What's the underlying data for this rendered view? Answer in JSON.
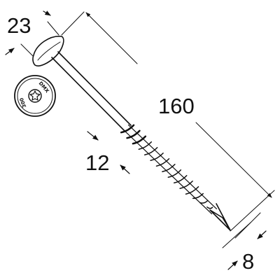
{
  "diagram": {
    "dimensions": {
      "head_diameter": "23",
      "thread_length": "160",
      "shank_length": "12",
      "point_diameter": "8"
    },
    "head_marking": {
      "brand": "DMX",
      "size": "300"
    },
    "colors": {
      "line": "#111111",
      "background": "#ffffff"
    }
  }
}
